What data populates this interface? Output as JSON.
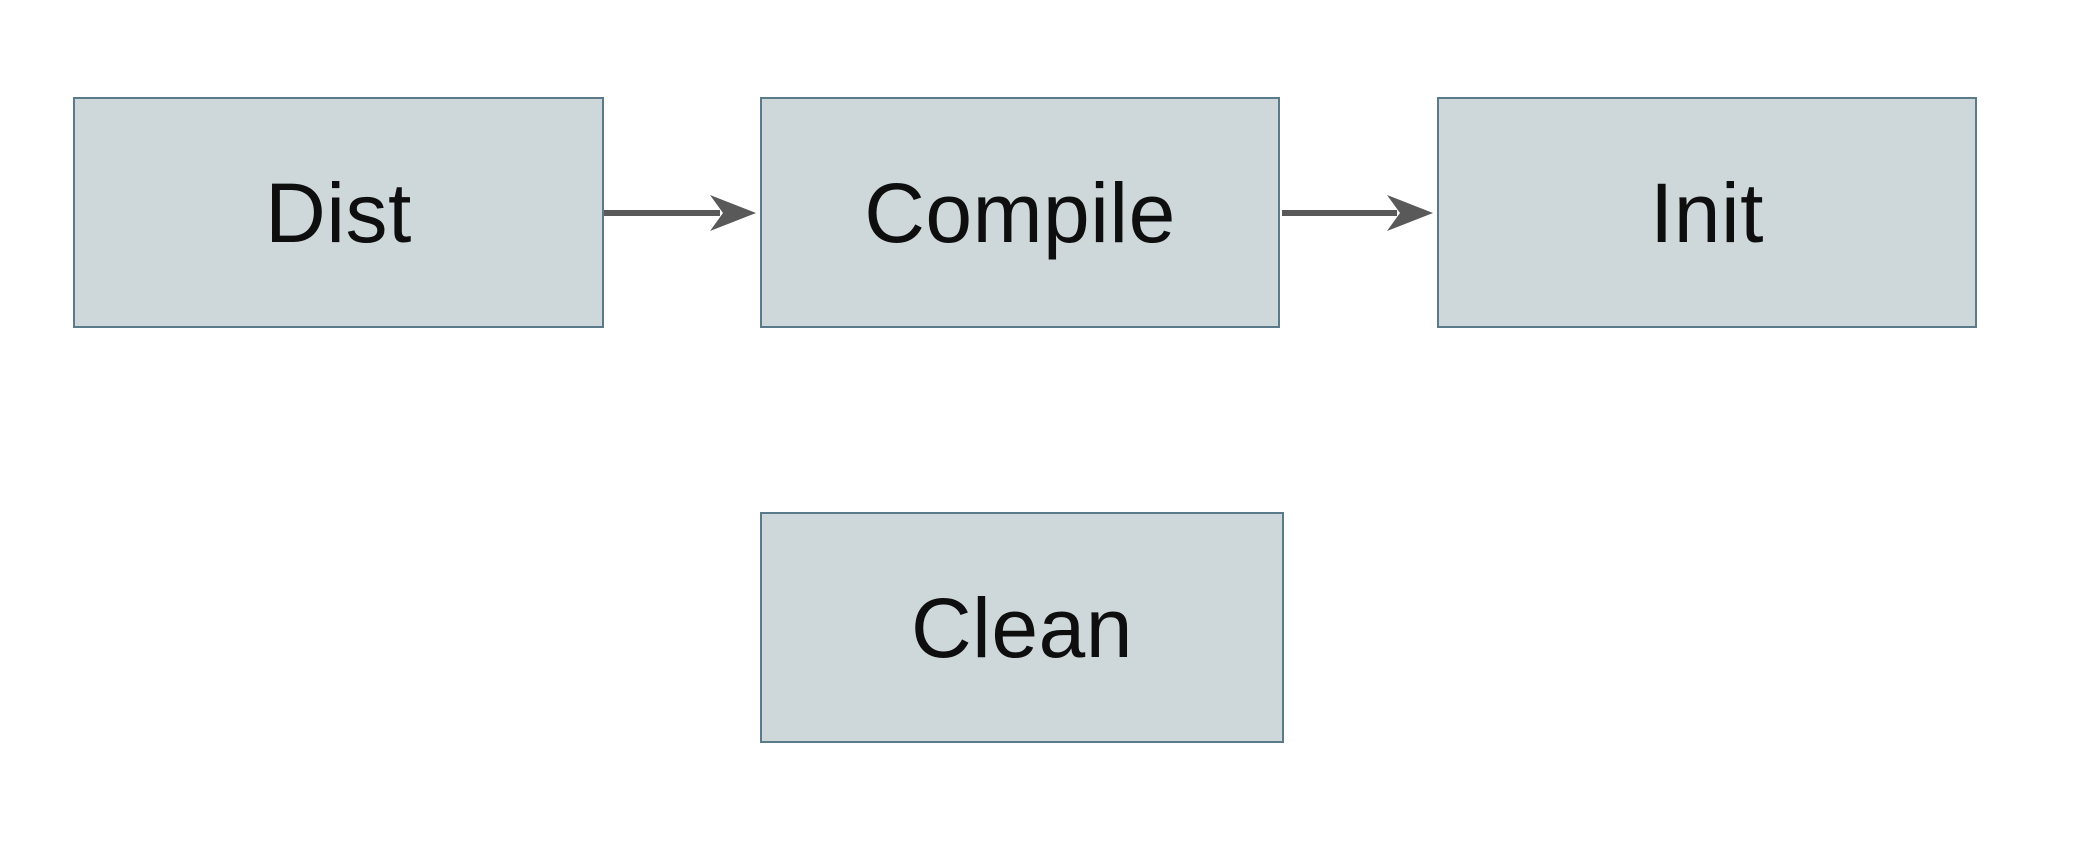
{
  "diagram": {
    "colors": {
      "background": "#ffffff",
      "node_fill": "#ced7d9",
      "node_border": "#5b7b8a",
      "arrow": "#595959",
      "text": "#0e0e0e"
    },
    "nodes": [
      {
        "id": "dist",
        "label": "Dist"
      },
      {
        "id": "compile",
        "label": "Compile"
      },
      {
        "id": "init",
        "label": "Init"
      },
      {
        "id": "clean",
        "label": "Clean"
      }
    ],
    "edges": [
      {
        "from": "Dist",
        "to": "Compile",
        "direction": "right"
      },
      {
        "from": "Compile",
        "to": "Init",
        "direction": "right"
      }
    ]
  }
}
